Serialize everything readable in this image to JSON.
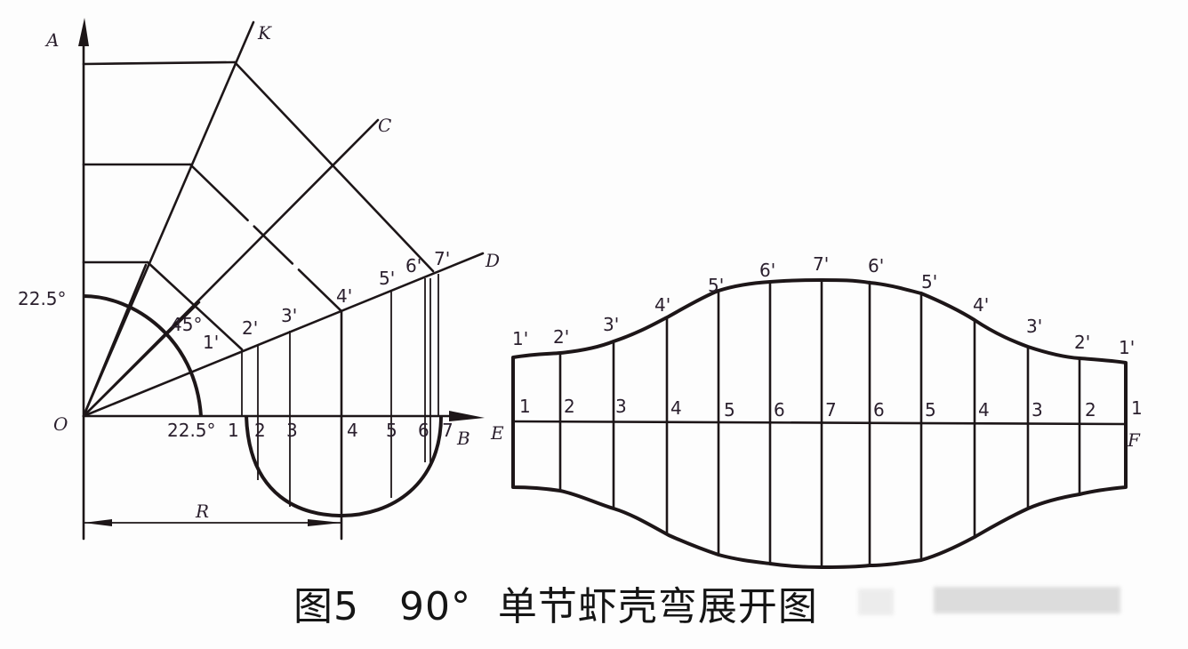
{
  "figure": {
    "caption": "图5   90°  单节虾壳弯展开图",
    "colors": {
      "line": "#1d1618",
      "label": "#2a1f2d",
      "background": "#fdfdfd"
    }
  },
  "left_drawing": {
    "axis_labels": {
      "vertical": "A",
      "origin": "O",
      "horizontal": "B",
      "radius": "R"
    },
    "ray_labels": {
      "K": "K",
      "C": "C",
      "D": "D"
    },
    "angle_labels": {
      "top": "22.5°",
      "bottom": "22.5°",
      "middle": "45°"
    },
    "upper_points": [
      "1'",
      "2'",
      "3'",
      "4'",
      "5'",
      "6'",
      "7'"
    ],
    "base_points": [
      "1",
      "2",
      "3",
      "4",
      "5",
      "6",
      "7"
    ]
  },
  "right_drawing": {
    "edge_labels": {
      "left": "E",
      "right": "F"
    },
    "top_labels": [
      "1'",
      "2'",
      "3'",
      "4'",
      "5'",
      "6'",
      "7'",
      "6'",
      "5'",
      "4'",
      "3'",
      "2'",
      "1'"
    ],
    "mid_labels": [
      "1",
      "2",
      "3",
      "4",
      "5",
      "6",
      "7",
      "6",
      "5",
      "4",
      "3",
      "2",
      "1"
    ]
  }
}
